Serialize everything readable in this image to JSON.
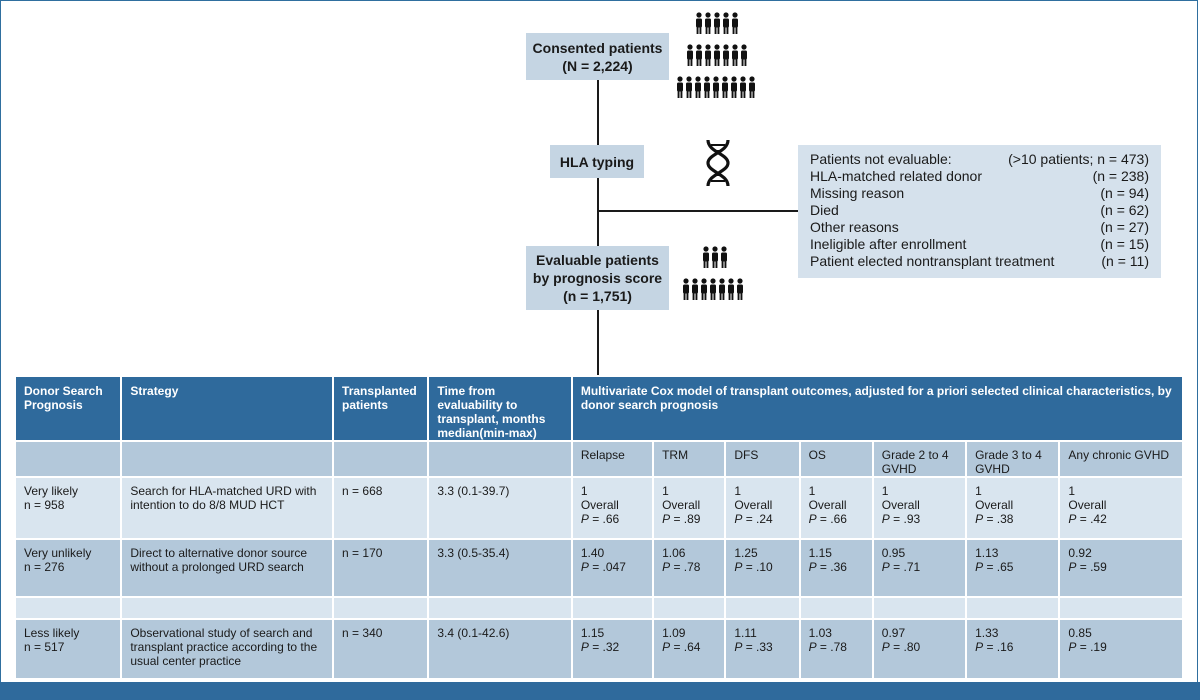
{
  "flow": {
    "consented": {
      "line1": "Consented patients",
      "line2": "(N = 2,224)"
    },
    "hla_typing": "HLA typing",
    "evaluable": {
      "line1": "Evaluable patients",
      "line2": "by prognosis score",
      "line3": "(n = 1,751)"
    },
    "exclusions": [
      {
        "label": "Patients not evaluable:",
        "value": "(>10 patients; n = 473)"
      },
      {
        "label": "HLA-matched related donor",
        "value": "(n = 238)"
      },
      {
        "label": "Missing reason",
        "value": "(n = 94)"
      },
      {
        "label": "Died",
        "value": "(n = 62)"
      },
      {
        "label": "Other reasons",
        "value": "(n = 27)"
      },
      {
        "label": "Ineligible after enrollment",
        "value": "(n = 15)"
      },
      {
        "label": "Patient elected nontransplant treatment",
        "value": "(n = 11)"
      }
    ]
  },
  "icons": {
    "crowd_large": "crowd-of-people-icon",
    "dna": "dna-helix-icon",
    "crowd_small": "group-of-people-icon"
  },
  "colors": {
    "header_blue": "#2f6a9c",
    "box_blue": "#c5d5e3",
    "row_light": "#d9e5ef",
    "row_dark": "#b3c8da"
  },
  "table": {
    "headers": {
      "prognosis": "Donor Search Prognosis",
      "strategy": "Strategy",
      "transplanted": "Transplanted patients",
      "time": "Time from evaluability to transplant, months median(min-max)",
      "cox": "Multivariate Cox model of transplant outcomes, adjusted for a priori selected clinical characteristics, by donor search prognosis"
    },
    "outcomes": [
      "Relapse",
      "TRM",
      "DFS",
      "OS",
      "Grade 2 to 4 GVHD",
      "Grade 3 to 4 GVHD",
      "Any chronic GVHD"
    ],
    "rows": [
      {
        "prognosis": "Very likely",
        "n": "n = 958",
        "strategy": "Search for HLA-matched URD with intention to do 8/8 MUD HCT",
        "transplanted": "n = 668",
        "time": "3.3 (0.1-39.7)",
        "cells": [
          {
            "hr": "1",
            "note": "Overall",
            "p": "= .66"
          },
          {
            "hr": "1",
            "note": "Overall",
            "p": "= .89"
          },
          {
            "hr": "1",
            "note": "Overall",
            "p": "= .24"
          },
          {
            "hr": "1",
            "note": "Overall",
            "p": "= .66"
          },
          {
            "hr": "1",
            "note": "Overall",
            "p": "= .93"
          },
          {
            "hr": "1",
            "note": "Overall",
            "p": "= .38"
          },
          {
            "hr": "1",
            "note": "Overall",
            "p": "= .42"
          }
        ]
      },
      {
        "prognosis": "Very unlikely",
        "n": "n = 276",
        "strategy": "Direct to alternative donor source without a prolonged URD search",
        "transplanted": "n = 170",
        "time": "3.3 (0.5-35.4)",
        "cells": [
          {
            "hr": "1.40",
            "p": "= .047"
          },
          {
            "hr": "1.06",
            "p": "= .78"
          },
          {
            "hr": "1.25",
            "p": "= .10"
          },
          {
            "hr": "1.15",
            "p": "= .36"
          },
          {
            "hr": "0.95",
            "p": "= .71"
          },
          {
            "hr": "1.13",
            "p": "= .65"
          },
          {
            "hr": "0.92",
            "p": "= .59"
          }
        ]
      },
      {
        "prognosis": "Less likely",
        "n": "n = 517",
        "strategy": "Observational study of search and transplant practice according to the usual center practice",
        "transplanted": "n = 340",
        "time": "3.4 (0.1-42.6)",
        "cells": [
          {
            "hr": "1.15",
            "p": "= .32"
          },
          {
            "hr": "1.09",
            "p": "= .64"
          },
          {
            "hr": "1.11",
            "p": "= .33"
          },
          {
            "hr": "1.03",
            "p": "= .78"
          },
          {
            "hr": "0.97",
            "p": "= .80"
          },
          {
            "hr": "1.33",
            "p": "= .16"
          },
          {
            "hr": "0.85",
            "p": "= .19"
          }
        ]
      }
    ],
    "p_symbol": "P"
  }
}
